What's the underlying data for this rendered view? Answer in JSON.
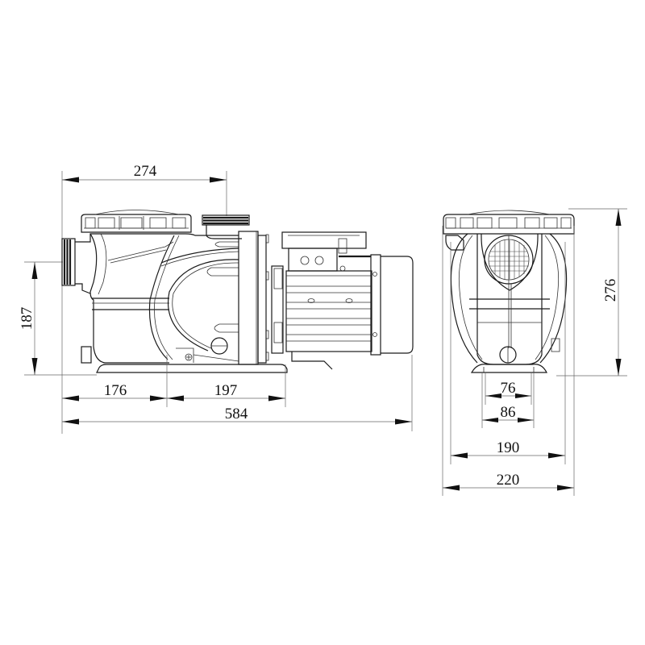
{
  "drawing": {
    "type": "pool pump dimensional drawing",
    "units": "mm",
    "views": [
      "side-view",
      "front-view"
    ]
  },
  "side_view": {
    "dimensions": {
      "top_width": "274",
      "inlet_height": "187",
      "base_left": "176",
      "base_right": "197",
      "overall_length": "584"
    }
  },
  "front_view": {
    "dimensions": {
      "overall_height": "276",
      "inner_foot": "76",
      "outer_foot": "86",
      "base_width": "190",
      "overall_width": "220"
    }
  },
  "colors": {
    "line": "#1a1a1a",
    "background": "#ffffff"
  }
}
